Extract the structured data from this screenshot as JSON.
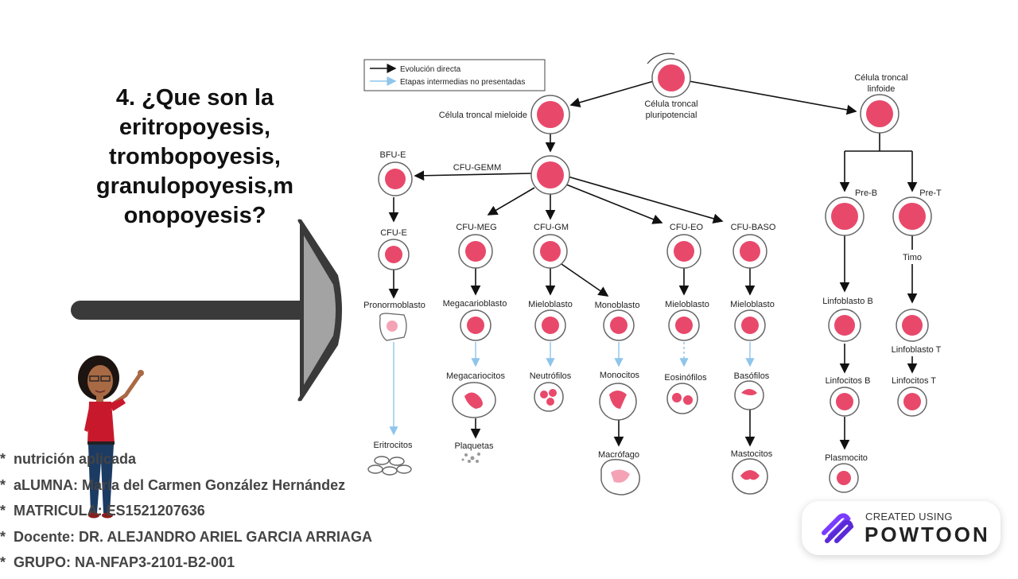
{
  "slide": {
    "question": "4. ¿Que son la eritropoyesis, trombopoyesis, granulopoyesis,m onopoyesis?",
    "info": [
      {
        "bullet": "*",
        "text": "nutrición aplicada"
      },
      {
        "bullet": "*",
        "text": "aLUMNA: María del Carmen González Hernández"
      },
      {
        "bullet": "*",
        "text": "MATRICULA: ES1521207636"
      },
      {
        "bullet": "*",
        "text": "Docente: DR. ALEJANDRO ARIEL GARCIA ARRIAGA"
      },
      {
        "bullet": "*",
        "text": "GRUPO: NA-NFAP3-2101-B2-001"
      }
    ]
  },
  "diagram": {
    "legend": {
      "direct": "Evolución directa",
      "intermediate": "Etapas intermedias no presentadas"
    },
    "labels": {
      "pluri_1": "Célula troncal",
      "pluri_2": "pluripotencial",
      "mieloide": "Célula troncal mieloide",
      "linfoide_1": "Célula troncal",
      "linfoide_2": "linfoide",
      "cfu_gemm": "CFU-GEMM",
      "bfu_e": "BFU-E",
      "cfu_e": "CFU-E",
      "cfu_meg": "CFU-MEG",
      "cfu_gm": "CFU-GM",
      "cfu_eo": "CFU-EO",
      "cfu_baso": "CFU-BASO",
      "pre_b": "Pre-B",
      "pre_t": "Pre-T",
      "pronormoblasto": "Pronormoblasto",
      "megacarioblasto": "Megacarioblasto",
      "mieloblasto_gm": "Mieloblasto",
      "monoblasto": "Monoblasto",
      "mieloblasto_eo": "Mieloblasto",
      "mieloblasto_baso": "Mieloblasto",
      "timo": "Timo",
      "linfoblasto_b": "Linfoblasto B",
      "linfoblasto_t": "Linfoblasto T",
      "megacariocitos": "Megacariocitos",
      "neutrofilos": "Neutrófilos",
      "monocitos": "Monocitos",
      "eosinofilos": "Eosinófilos",
      "basofilos": "Basófilos",
      "linfocitos_b": "Linfocitos B",
      "linfocitos_t": "Linfocitos T",
      "eritrocitos": "Eritrocitos",
      "plaquetas": "Plaquetas",
      "macrofago": "Macrófago",
      "mastocitos": "Mastocitos",
      "plasmocito": "Plasmocito"
    }
  },
  "badge": {
    "line1": "CREATED USING",
    "line2": "POWTOON"
  },
  "colors": {
    "arrow_body": "#3a3a3a",
    "arrow_head": "#a3a3a3",
    "cell_fill": "#e8496b",
    "cell_light": "#f4a3b6",
    "intermediate_arrow": "#8ec5ea",
    "direct_arrow": "#111111",
    "logo_purple": "#7a3cff"
  },
  "icons": [
    "right-arrow-graphic",
    "teacher-character",
    "powtoon-logo-icon"
  ]
}
